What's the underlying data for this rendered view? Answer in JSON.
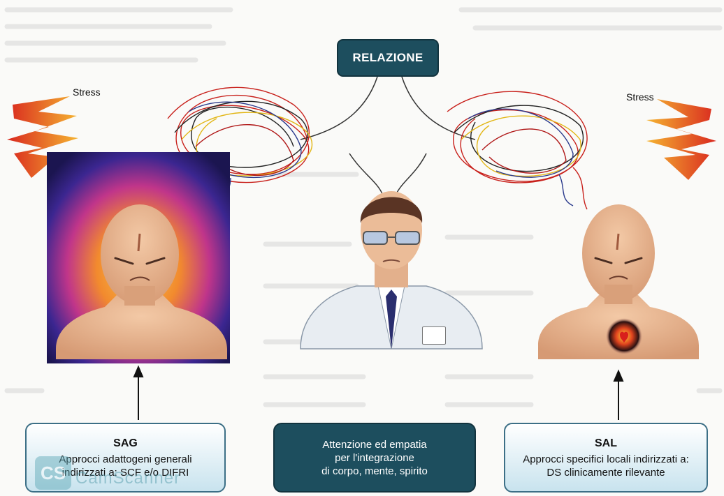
{
  "relazione": "RELAZIONE",
  "stress_left": "Stress",
  "stress_right": "Stress",
  "sag": {
    "title": "SAG",
    "line1": "Approcci adattogeni generali",
    "line2": "indirizzati a: SCF e/o DIFRI"
  },
  "center": {
    "line1": "Attenzione ed empatia",
    "line2": "per l'integrazione",
    "line3": "di corpo, mente, spirito"
  },
  "sal": {
    "title": "SAL",
    "line1": "Approcci specifici locali indirizzati a:",
    "line2": "DS clinicamente rilevante"
  },
  "watermark": {
    "logo": "CS",
    "name": "CamScanner"
  },
  "colors": {
    "dark_box": "#1d4e5e",
    "light_box_top": "#ffffff",
    "light_box_bottom": "#c8e3ee",
    "skin": "#e8b48e",
    "aura_outer": "#2a1d6e",
    "aura_inner": "#f4a43a"
  },
  "icons": [
    "stress-lightning-icon",
    "tangled-lines-icon",
    "heart-burst-icon",
    "arrow-up-icon"
  ]
}
